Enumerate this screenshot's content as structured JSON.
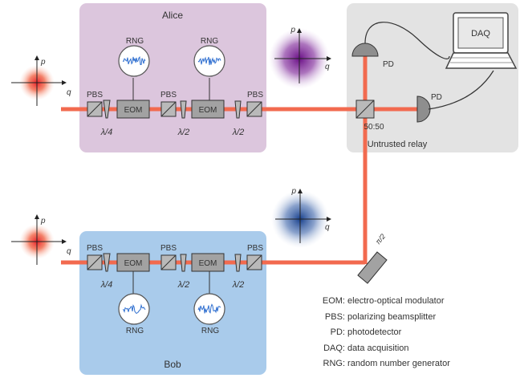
{
  "regions": {
    "alice": "Alice",
    "bob": "Bob",
    "relay": "Untrusted relay"
  },
  "labels": {
    "rng": "RNG",
    "eom": "EOM",
    "pbs": "PBS",
    "pd": "PD",
    "daq": "DAQ",
    "bs": "50:50",
    "qwp": "λ/4",
    "hwp": "λ/2",
    "phase": "π/2",
    "axis_p": "p",
    "axis_q": "q"
  },
  "legend": [
    {
      "key": "EOM",
      "text": "electro-optical modulator"
    },
    {
      "key": "PBS",
      "text": "polarizing beamsplitter"
    },
    {
      "key": "PD",
      "text": "photodetector"
    },
    {
      "key": "DAQ",
      "text": "data acquisition"
    },
    {
      "key": "RNG",
      "text": "random number generator"
    }
  ],
  "colors": {
    "alice_bg": "#dcc6dd",
    "bob_bg": "#a9cbeb",
    "relay_bg": "#e3e3e3",
    "beam": "#f26a4f",
    "source_state": "#e8202a",
    "alice_state": "#7a1c8e",
    "bob_state": "#1e4d9a",
    "rng_trace": "#2f6fd0"
  }
}
